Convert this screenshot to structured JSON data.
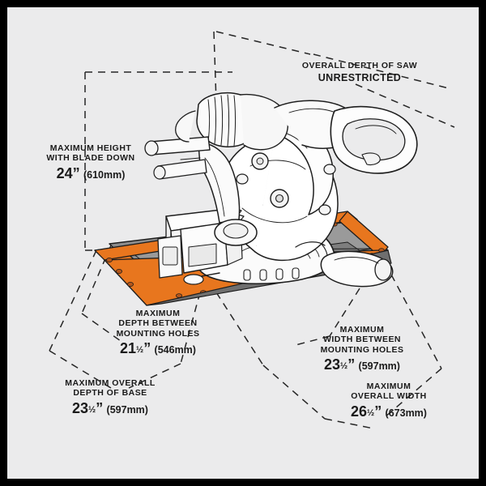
{
  "figure": {
    "title": "Miter saw dimension diagram",
    "background_color": "#ebebec",
    "frame_color": "#000000",
    "accent_color": "#e8761e",
    "deck_color": "#8d8d8d",
    "line_color": "#1a1a1a"
  },
  "callouts": {
    "height": {
      "line1": "MAXIMUM HEIGHT",
      "line2": "WITH BLADE DOWN",
      "value_in": "24",
      "value_frac": "",
      "value_unit": "”",
      "value_mm": "(610mm)"
    },
    "depth_of_saw": {
      "line1": "OVERALL DEPTH OF SAW",
      "line2": "UNRESTRICTED"
    },
    "depth_between_holes": {
      "line1": "MAXIMUM",
      "line2": "DEPTH BETWEEN",
      "line3": "MOUNTING HOLES",
      "value_in": "21",
      "value_frac": "½",
      "value_unit": "”",
      "value_mm": "(546mm)"
    },
    "width_between_holes": {
      "line1": "MAXIMUM",
      "line2": "WIDTH BETWEEN",
      "line3": "MOUNTING HOLES",
      "value_in": "23",
      "value_frac": "½",
      "value_unit": "”",
      "value_mm": "(597mm)"
    },
    "depth_of_base": {
      "line1": "MAXIMUM OVERALL",
      "line2": "DEPTH OF BASE",
      "value_in": "23",
      "value_frac": "½",
      "value_unit": "”",
      "value_mm": "(597mm)"
    },
    "overall_width": {
      "line1": "MAXIMUM",
      "line2": "OVERALL WIDTH",
      "value_in": "26",
      "value_frac": "½",
      "value_unit": "”",
      "value_mm": "(673mm)"
    }
  }
}
